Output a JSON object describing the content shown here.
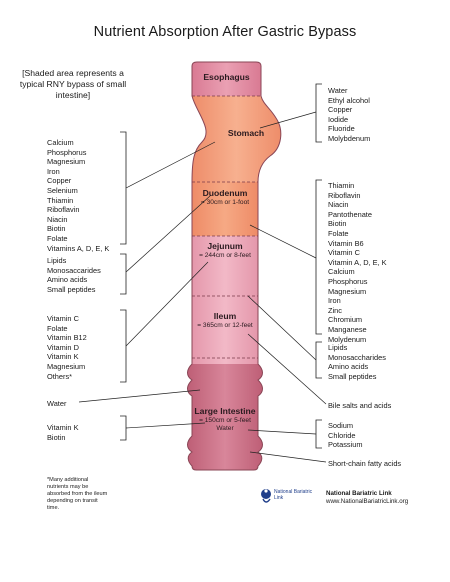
{
  "title": "Nutrient Absorption After Gastric Bypass",
  "note": "[Shaded area represents a typical RNY bypass of small intestine]",
  "organs": {
    "esophagus": {
      "name": "Esophagus"
    },
    "stomach": {
      "name": "Stomach"
    },
    "duodenum": {
      "name": "Duodenum",
      "length": "= 30cm or 1-foot"
    },
    "jejunum": {
      "name": "Jejunum",
      "length": "= 244cm or 8-feet"
    },
    "ileum": {
      "name": "Ileum",
      "length": "= 365cm or 12-feet"
    },
    "large_intestine": {
      "name": "Large Intestine",
      "length": "= 150cm or 5-feet",
      "extra": "Water"
    }
  },
  "left_lists": {
    "duodenum": [
      "Calcium",
      "Phosphorus",
      "Magnesium",
      "Iron",
      "Copper",
      "Selenium",
      "Thiamin",
      "Riboflavin",
      "Niacin",
      "Biotin",
      "Folate",
      "Vitamins A, D, E, K"
    ],
    "jejunum": [
      "Lipids",
      "Monosaccarides",
      "Amino acids",
      "Small peptides"
    ],
    "ileum": [
      "Vitamin C",
      "Folate",
      "Vitamin B12",
      "Vitamin D",
      "Vitamin K",
      "Magnesium",
      "Others*"
    ],
    "water": "Water",
    "large_intestine": [
      "Vitamin K",
      "Biotin"
    ]
  },
  "right_lists": {
    "stomach": [
      "Water",
      "Ethyl alcohol",
      "Copper",
      "Iodide",
      "Fluoride",
      "Molybdenum"
    ],
    "jejunum": [
      "Thiamin",
      "Riboflavin",
      "Niacin",
      "Pantothenate",
      "Biotin",
      "Folate",
      "Vitamin B6",
      "Vitamin C",
      "Vitamin A, D, E, K",
      "Calcium",
      "Phosphorus",
      "Magnesium",
      "Iron",
      "Zinc",
      "Chromium",
      "Manganese",
      "Molydenum"
    ],
    "ileum": [
      "Lipids",
      "Monosaccharides",
      "Amino acids",
      "Small peptides"
    ],
    "bile": "Bile salts and acids",
    "large_intestine": [
      "Sodium",
      "Chloride",
      "Potassium"
    ],
    "scfa": "Short-chain fatty acids"
  },
  "footnote": "*Many additional nutrients may be absorbed from the ileum depending on transit time.",
  "brand": {
    "name": "National Bariatric Link",
    "url": "www.NationalBariatricLink.org",
    "logo_text": "National Bariatric Link"
  },
  "colors": {
    "esophagus": "#e07f98",
    "stomach": "#f09a76",
    "duodenum": "#f29570",
    "jejunum": "#e9a0b3",
    "ileum": "#e39aae",
    "large_intestine": "#c8697f",
    "outline": "#8a4656"
  }
}
